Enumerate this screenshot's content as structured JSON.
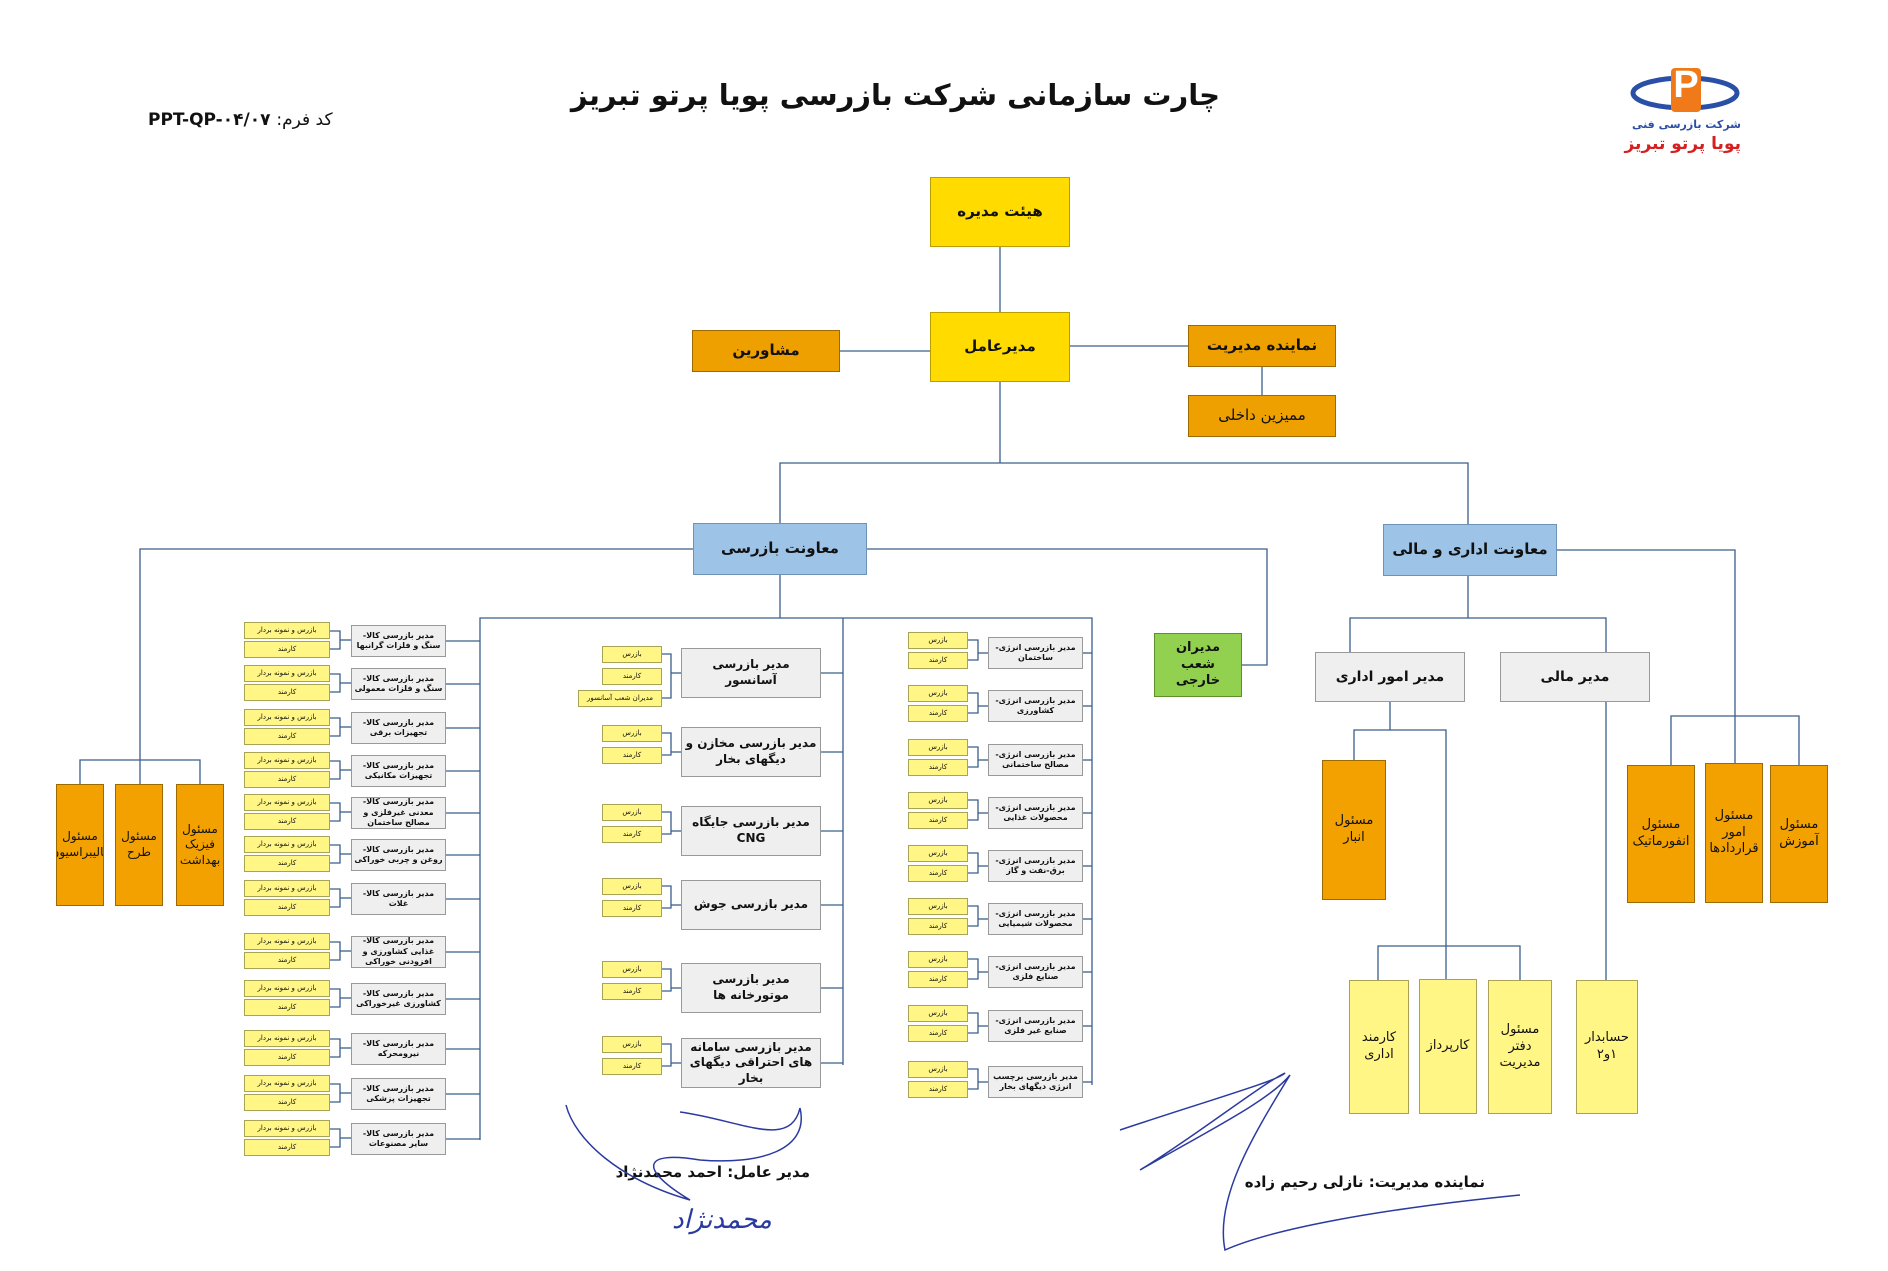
{
  "header": {
    "title": "چارت سازمانی شرکت بازرسی پویا پرتو تبریز",
    "form_code_label": "کد فرم:",
    "form_code": "PPT-QP-۰۴/۰۷"
  },
  "logo": {
    "letter": "P",
    "line1": "شرکت بازرسی فنی",
    "line2": "پویا پرتو تبریز",
    "colors": {
      "orange": "#f07a1a",
      "blue": "#2a4fa6",
      "red": "#d62020"
    }
  },
  "top": {
    "board": "هیئت مدیره",
    "ceo": "مدیرعامل",
    "advisors": "مشاورین",
    "mgmt_rep": "نماینده مدیریت",
    "internal_auditors": "ممیزین داخلی"
  },
  "inspection": {
    "deputy": "معاونت بازرسی",
    "branch_managers": "مدیران شعب خارجی",
    "officers": [
      "مسئول فیزیک بهداشت",
      "مسئول طرح",
      "مسئول کالیبراسیون"
    ],
    "goods": [
      {
        "manager": "مدیر بازرسی کالا-سنگ و فلزات گرانبها",
        "sub1": "بازرس و نمونه بردار",
        "sub2": "کارمند"
      },
      {
        "manager": "مدیر بازرسی کالا-سنگ و فلزات معمولی",
        "sub1": "بازرس و نمونه بردار",
        "sub2": "کارمند"
      },
      {
        "manager": "مدیر بازرسی کالا- تجهیزات برقی",
        "sub1": "بازرس و نمونه بردار",
        "sub2": "کارمند"
      },
      {
        "manager": "مدیر بازرسی کالا- تجهیزات مکانیکی",
        "sub1": "بازرس و نمونه بردار",
        "sub2": "کارمند"
      },
      {
        "manager": "مدیر بازرسی کالا-معدنی غیرفلزی و مصالح ساختمان",
        "sub1": "بازرس و نمونه بردار",
        "sub2": "کارمند"
      },
      {
        "manager": "مدیر بازرسی کالا-روغن و چربی خوراکی",
        "sub1": "بازرس و نمونه بردار",
        "sub2": "کارمند"
      },
      {
        "manager": "مدیر بازرسی کالا-غلات",
        "sub1": "بازرس و نمونه بردار",
        "sub2": "کارمند"
      },
      {
        "manager": "مدیر بازرسی کالا-غذایی کشاورزی و افزودنی خوراکی",
        "sub1": "بازرس و نمونه بردار",
        "sub2": "کارمند"
      },
      {
        "manager": "مدیر بازرسی کالا- کشاورزی غیرخوراکی",
        "sub1": "بازرس و نمونه بردار",
        "sub2": "کارمند"
      },
      {
        "manager": "مدیر بازرسی کالا- نیرومحرکه",
        "sub1": "بازرس و نمونه بردار",
        "sub2": "کارمند"
      },
      {
        "manager": "مدیر بازرسی کالا- تجهیزات پزشکی",
        "sub1": "بازرس و نمونه بردار",
        "sub2": "کارمند"
      },
      {
        "manager": "مدیر بازرسی کالا-سایر مصنوعات",
        "sub1": "بازرس و نمونه بردار",
        "sub2": "کارمند"
      }
    ],
    "technical": [
      {
        "manager": "مدیر بازرسی آسانسور",
        "subs": [
          "بازرس",
          "کارمند",
          "مدیران شعب آسانسور"
        ]
      },
      {
        "manager": "مدیر بازرسی مخازن و دیگهای بخار",
        "subs": [
          "بازرس",
          "کارمند"
        ]
      },
      {
        "manager": "مدیر بازرسی جایگاه CNG",
        "subs": [
          "بازرس",
          "کارمند"
        ]
      },
      {
        "manager": "مدیر بازرسی جوش",
        "subs": [
          "بازرس",
          "کارمند"
        ]
      },
      {
        "manager": "مدیر بازرسی موتورخانه ها",
        "subs": [
          "بازرس",
          "کارمند"
        ]
      },
      {
        "manager": "مدیر بازرسی سامانه های احتراقی دیگهای بخار",
        "subs": [
          "بازرس",
          "کارمند"
        ]
      }
    ],
    "energy": [
      {
        "manager": "مدیر بازرسی انرژی- ساختمان",
        "sub1": "بازرس",
        "sub2": "کارمند"
      },
      {
        "manager": "مدیر بازرسی انرژی- کشاورزی",
        "sub1": "بازرس",
        "sub2": "کارمند"
      },
      {
        "manager": "مدیر بازرسی انرژی- مصالح ساختمانی",
        "sub1": "بازرس",
        "sub2": "کارمند"
      },
      {
        "manager": "مدیر بازرسی انرژی- محصولات غذایی",
        "sub1": "بازرس",
        "sub2": "کارمند"
      },
      {
        "manager": "مدیر بازرسی انرژی- برق-نفت و گاز",
        "sub1": "بازرس",
        "sub2": "کارمند"
      },
      {
        "manager": "مدیر بازرسی انرژی- محصولات شیمیایی",
        "sub1": "بازرس",
        "sub2": "کارمند"
      },
      {
        "manager": "مدیر بازرسی انرژی- صنایع فلزی",
        "sub1": "بازرس",
        "sub2": "کارمند"
      },
      {
        "manager": "مدیر بازرسی انرژی- صنایع غیر فلزی",
        "sub1": "بازرس",
        "sub2": "کارمند"
      },
      {
        "manager": "مدیر بازرسی برچسب انرژی دیگهای بخار",
        "sub1": "بازرس",
        "sub2": "کارمند"
      }
    ]
  },
  "admin": {
    "deputy": "معاونت اداری و مالی",
    "admin_manager": "مدیر امور اداری",
    "finance_manager": "مدیر مالی",
    "warehouse": "مسئول انبار",
    "officers": [
      "مسئول انفورماتیک",
      "مسئول امور قراردادها",
      "مسئول آموزش"
    ],
    "staff": [
      "کارمند اداری",
      "کارپرداز",
      "مسئول دفتر مدیریت"
    ],
    "accountant": "حسابدار ۱و۲"
  },
  "signatures": {
    "ceo_label": "مدیر عامل: احمد محمدنژاد",
    "rep_label": "نماینده مدیریت: نازلی رحیم زاده",
    "ceo_signature_text": "محمدنژاد",
    "ink_color": "#2a3aa0"
  }
}
